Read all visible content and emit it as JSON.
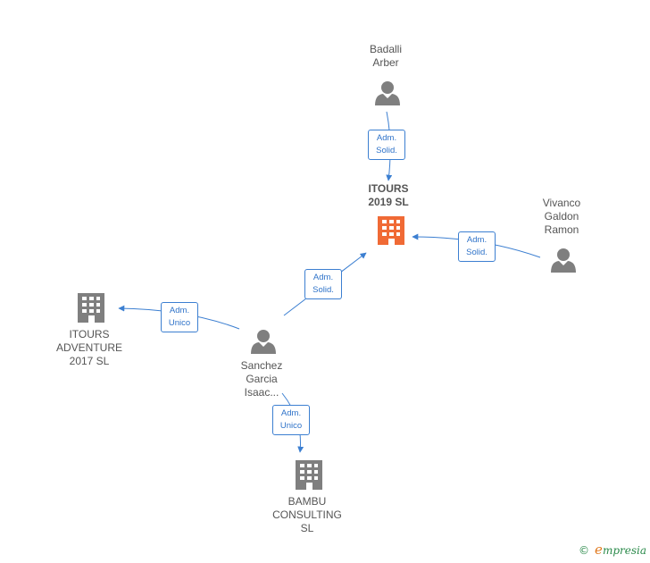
{
  "nodes": {
    "badalli": {
      "label": "Badalli\nArber",
      "type": "person"
    },
    "itours2019": {
      "label": "ITOURS\n2019  SL",
      "type": "company-main"
    },
    "vivanco": {
      "label": "Vivanco\nGaldon\nRamon",
      "type": "person"
    },
    "itours_adventure": {
      "label": "ITOURS\nADVENTURE\n2017  SL",
      "type": "company"
    },
    "sanchez": {
      "label": "Sanchez\nGarcia\nIsaac...",
      "type": "person"
    },
    "bambu": {
      "label": "BAMBU\nCONSULTING\nSL",
      "type": "company"
    }
  },
  "edges": {
    "badalli_itours": {
      "label": "Adm.\nSolid."
    },
    "vivanco_itours": {
      "label": "Adm.\nSolid."
    },
    "sanchez_itours": {
      "label": "Adm.\nSolid."
    },
    "sanchez_adventure": {
      "label": "Adm.\nUnico"
    },
    "sanchez_bambu": {
      "label": "Adm.\nUnico"
    }
  },
  "brand": {
    "copyright": "©",
    "initial": "e",
    "name": "mpresia"
  },
  "colors": {
    "edge": "#3c7fd1",
    "main_company": "#f06a35",
    "entity": "#7f7f7f"
  }
}
